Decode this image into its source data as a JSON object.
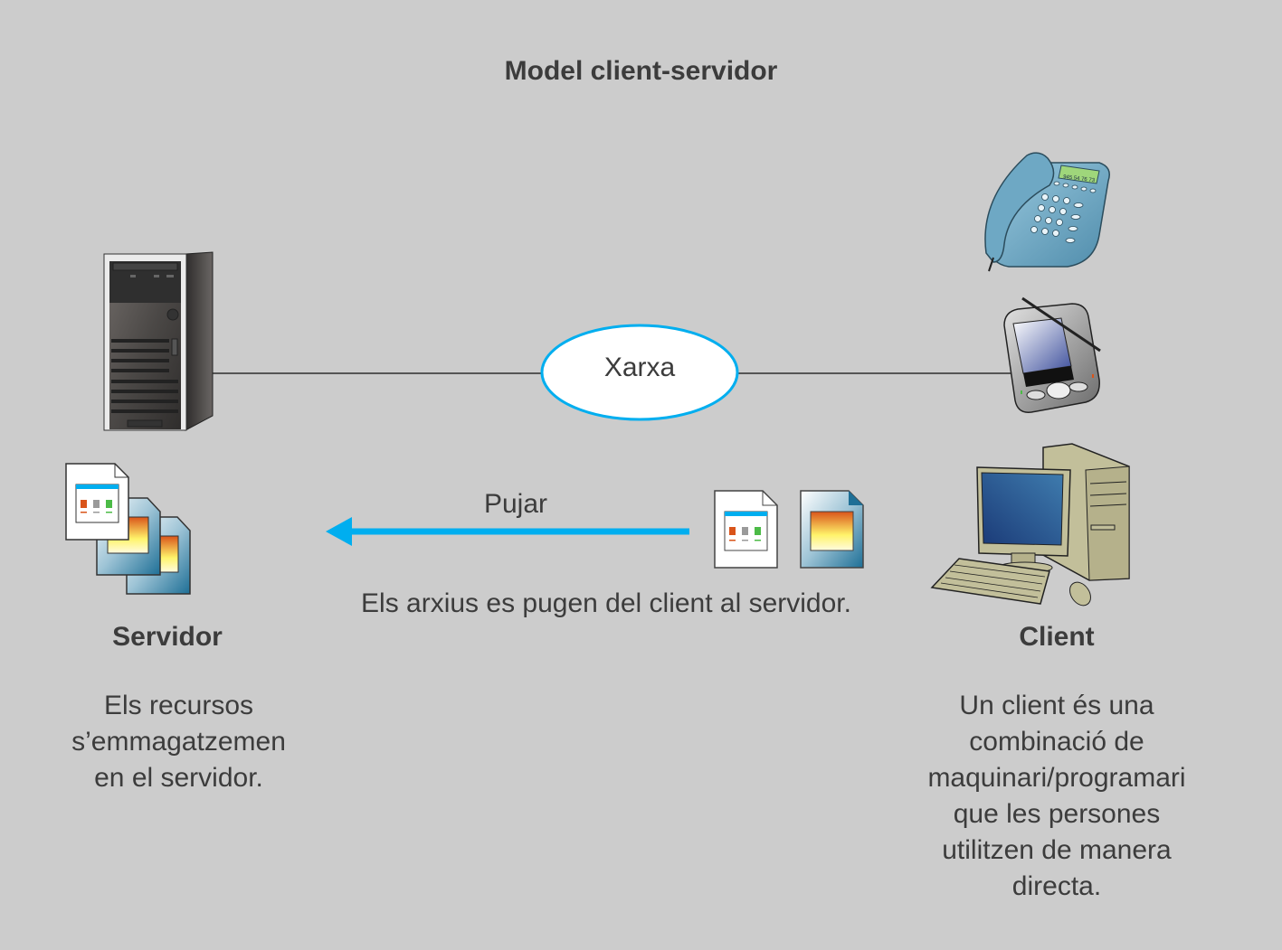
{
  "title": "Model client-servidor",
  "network": {
    "label": "Xarxa"
  },
  "upload": {
    "label": "Pujar",
    "caption": "Els arxius es pugen del client al servidor.",
    "arrow_color": "#00aeef",
    "direction": "client-to-server"
  },
  "server": {
    "heading": "Servidor",
    "description_lines": [
      "Els recursos",
      "s’emmagatzemen",
      "en el servidor."
    ],
    "icons": [
      "server-tower-icon",
      "document-stack-icon"
    ]
  },
  "client": {
    "heading": "Client",
    "description_lines": [
      "Un client és una",
      "combinació de",
      "maquinari/programari",
      "que les persones",
      "utilitzen de manera",
      "directa."
    ],
    "devices": [
      "desk-phone-icon",
      "pda-icon",
      "desktop-computer-icon"
    ],
    "phone_display": "945 54 76 73",
    "files": [
      "chart-document-icon",
      "image-document-icon"
    ]
  },
  "colors": {
    "background": "#cccccc",
    "text": "#3c3c3c",
    "accent_blue": "#00aeef",
    "connector": "#555555"
  }
}
